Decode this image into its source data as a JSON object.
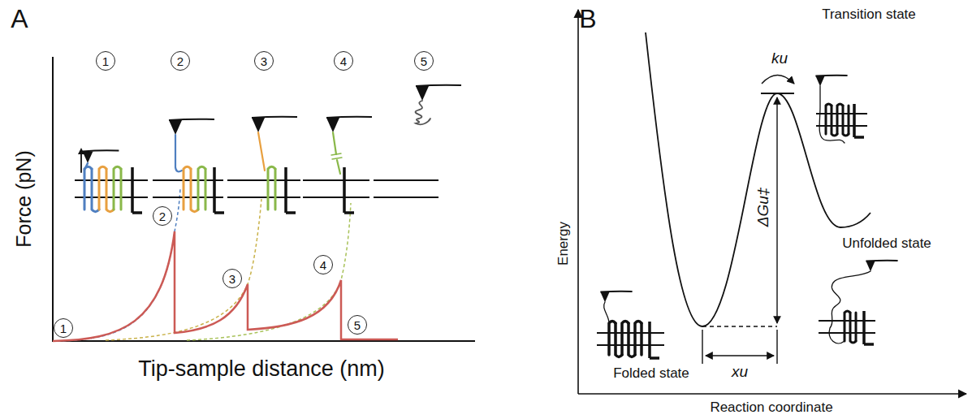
{
  "diagram": {
    "nodes": [
      {
        "text": [
          "1"
        ]
      },
      {
        "text": [
          "2"
        ]
      },
      {
        "text": [
          "3"
        ]
      },
      {
        "text": [
          "4"
        ]
      },
      {
        "text": [
          "5"
        ]
      },
      {
        "text": [
          "1"
        ]
      },
      {
        "text": [
          "2"
        ]
      },
      {
        "text": [
          "3"
        ]
      },
      {
        "text": [
          "4"
        ]
      },
      {
        "text": [
          "5"
        ]
      }
    ],
    "labels": [
      "A",
      "Force (pN)",
      "Tip-sample distance (nm)",
      "B",
      "Energy",
      "Reaction coordinate",
      "Transition state",
      "Unfolded state",
      "Folded state",
      "ku",
      "ΔGu‡",
      "xu"
    ]
  }
}
